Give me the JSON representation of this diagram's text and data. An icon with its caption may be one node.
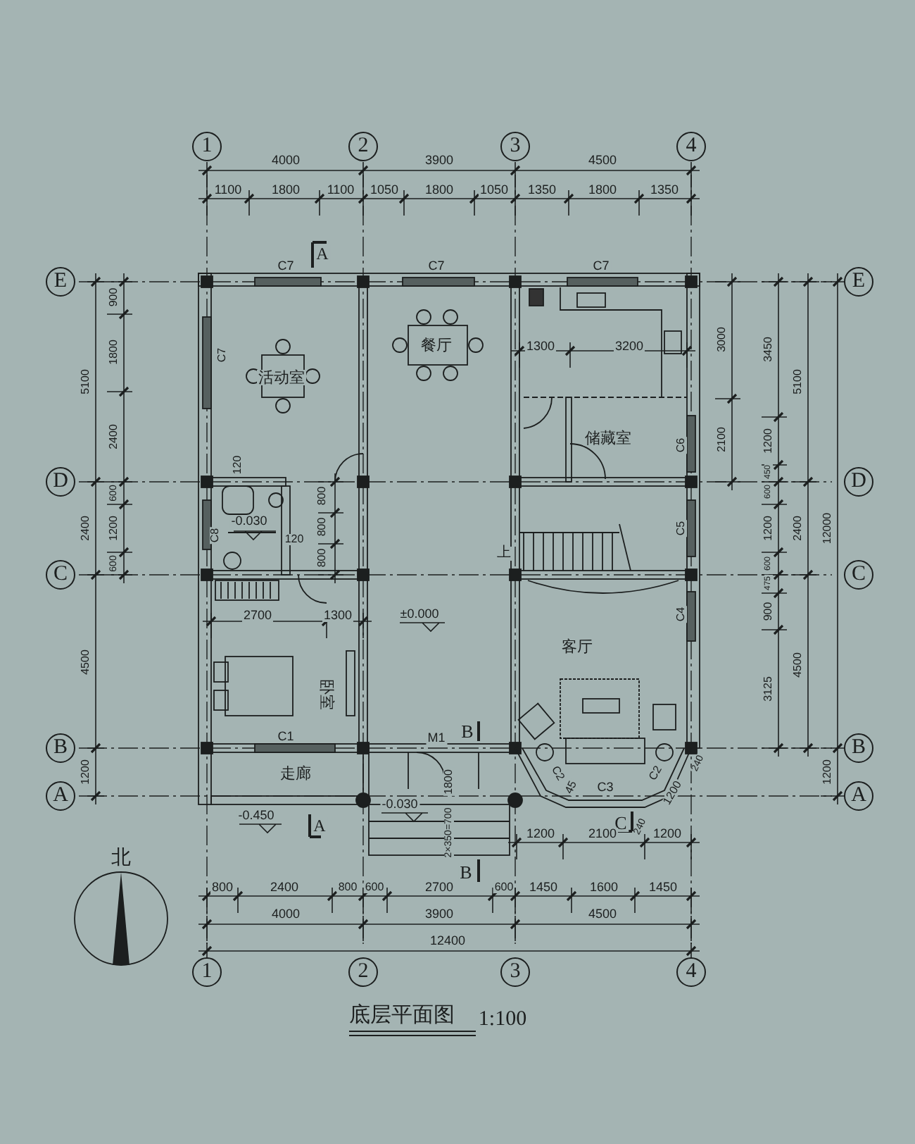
{
  "diagram": {
    "title": "底层平面图",
    "nodes": [
      {
        "text": [
          "1"
        ]
      },
      {
        "text": [
          "2"
        ]
      },
      {
        "text": [
          "3"
        ]
      },
      {
        "text": [
          "4"
        ]
      },
      {
        "text": [
          "E"
        ]
      },
      {
        "text": [
          "E"
        ]
      },
      {
        "text": [
          "D"
        ]
      },
      {
        "text": [
          "D"
        ]
      },
      {
        "text": [
          "C"
        ]
      },
      {
        "text": [
          "C"
        ]
      },
      {
        "text": [
          "B"
        ]
      },
      {
        "text": [
          "B"
        ]
      },
      {
        "text": [
          "A"
        ]
      },
      {
        "text": [
          "A"
        ]
      },
      {
        "text": [
          "1"
        ]
      },
      {
        "text": [
          "2"
        ]
      },
      {
        "text": [
          "3"
        ]
      },
      {
        "text": [
          "4"
        ]
      }
    ],
    "labels": [
      "4000",
      "3900",
      "4500",
      "1100",
      "1800",
      "1100",
      "1050",
      "1800",
      "1050",
      "1350",
      "1800",
      "1350",
      "A",
      "C7",
      "C7",
      "C7",
      "900",
      "1800",
      "2400",
      "5100",
      "3000",
      "3450",
      "5100",
      "C7",
      "餐厅",
      "1300",
      "3200",
      "活动室",
      "2100",
      "1200",
      "储藏室",
      "C6",
      "120",
      "800",
      "450",
      "600",
      "2400",
      "1200",
      "C8",
      "-0.030",
      "800",
      "600",
      "1200",
      "2400",
      "12000",
      "C5",
      "120",
      "600",
      "800",
      "上",
      "600",
      "475",
      "2700",
      "1300",
      "±0.000",
      "C4",
      "900",
      "4500",
      "4500",
      "3125",
      "客厅",
      "卧室",
      "C1",
      "B",
      "M1",
      "走廊",
      "1200",
      "1200",
      "C2",
      "C2",
      "C3",
      "240",
      "1800",
      "45",
      "1200",
      "-0.030",
      "-0.450",
      "A",
      "C",
      "2×350=700",
      "240",
      "1200",
      "2100",
      "1200",
      "B",
      "北",
      "800",
      "2400",
      "800",
      "600",
      "2700",
      "600",
      "1450",
      "1600",
      "1450",
      "4000",
      "3900",
      "4500",
      "12400",
      "1:100"
    ]
  }
}
